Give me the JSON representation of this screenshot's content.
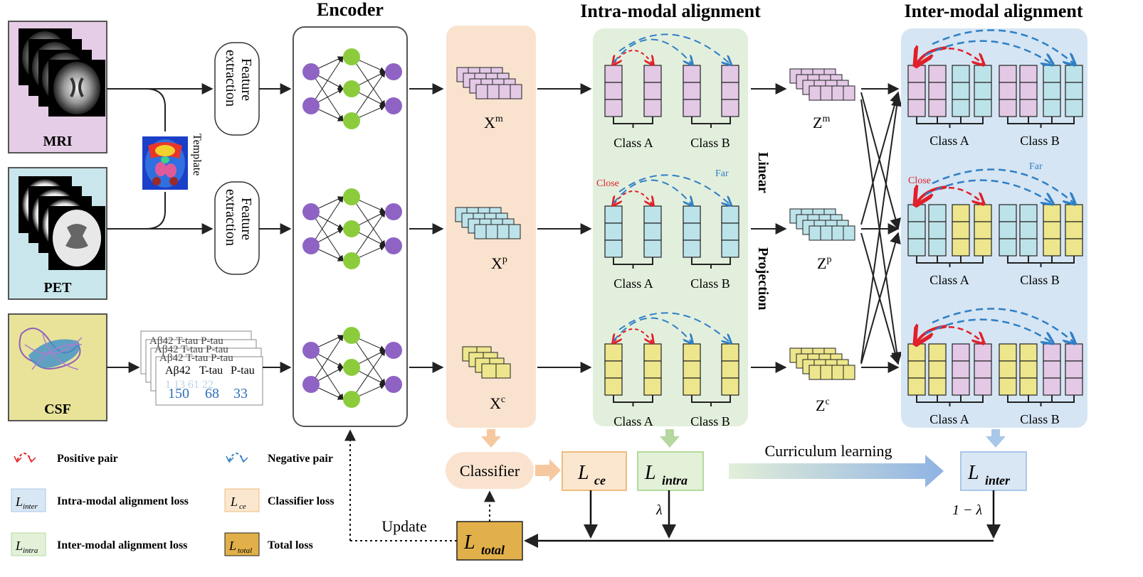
{
  "sections": {
    "encoder": "Encoder",
    "intra": "Intra-modal alignment",
    "inter": "Inter-modal alignment"
  },
  "modalities": {
    "mri": "MRI",
    "pet": "PET",
    "csf": "CSF"
  },
  "template_label": "Template",
  "feature_extraction": [
    "Feature",
    "extraction"
  ],
  "csf_table": {
    "headers": [
      "Aβ42",
      "T-tau",
      "P-tau"
    ],
    "values": [
      "150",
      "68",
      "33"
    ]
  },
  "features": {
    "xm": "X",
    "xm_sup": "m",
    "xp": "X",
    "xp_sup": "p",
    "xc": "X",
    "xc_sup": "c",
    "zm": "Z",
    "zm_sup": "m",
    "zp": "Z",
    "zp_sup": "p",
    "zc": "Z",
    "zc_sup": "c"
  },
  "class_a": "Class A",
  "class_b": "Class B",
  "close_label": "Close",
  "far_label": "Far",
  "projection": [
    "Linear",
    "Projection"
  ],
  "classifier": "Classifier",
  "losses": {
    "ce": "ce",
    "intra": "intra",
    "inter": "inter",
    "total": "total",
    "L": "L"
  },
  "lambda": "λ",
  "one_minus_lambda": "1 − λ",
  "curriculum": "Curriculum learning",
  "update": "Update",
  "legend": {
    "positive": "Positive pair",
    "negative": "Negative pair",
    "intra_loss": "Intra-modal alignment loss",
    "classifier_loss": "Classifier loss",
    "inter_loss": "Inter-modal alignment loss",
    "total_loss": "Total loss"
  },
  "colors": {
    "pink": "#e3c9e6",
    "cyan": "#bde3ea",
    "yellow": "#ede68c",
    "purple_node": "#8e63c4",
    "green_node": "#8ccc3c",
    "positive": "#e0202a",
    "negative": "#2f7fc6"
  }
}
